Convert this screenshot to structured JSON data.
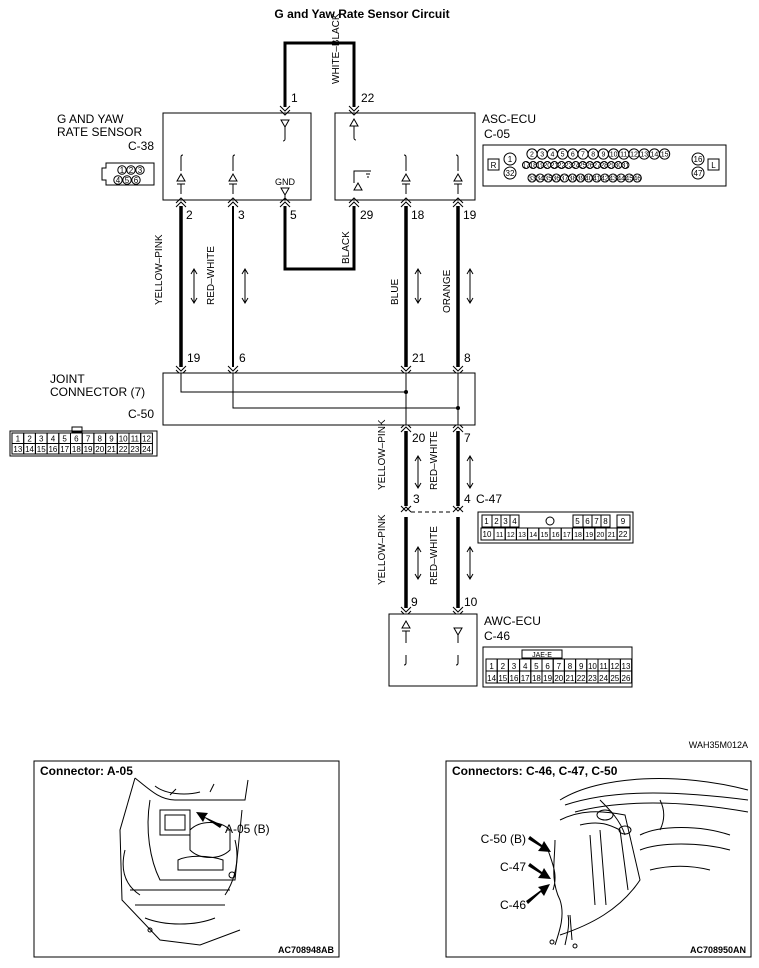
{
  "title": "G and Yaw Rate Sensor Circuit",
  "code": "WAH35M012A",
  "sensor": {
    "name_line1": "G AND YAW",
    "name_line2": "RATE SENSOR",
    "connector": "C-38",
    "pins": [
      "1",
      "2",
      "3",
      "5"
    ],
    "gnd": "GND",
    "face_pins": [
      "1",
      "2",
      "3",
      "4",
      "5",
      "6"
    ]
  },
  "ecu": {
    "name": "ASC-ECU",
    "connector": "C-05",
    "pins": [
      "22",
      "29",
      "18",
      "19"
    ],
    "face_left": [
      "1",
      "32"
    ],
    "face_right": [
      "16",
      "47"
    ],
    "face_r": "R",
    "face_l": "L"
  },
  "wires": {
    "white_black": "WHITE–BLACK",
    "black": "BLACK",
    "yellow_pink": "YELLOW–PINK",
    "red_white": "RED–WHITE",
    "blue": "BLUE",
    "orange": "ORANGE"
  },
  "joint": {
    "name_line1": "JOINT",
    "name_line2": "CONNECTOR (7)",
    "connector": "C-50",
    "top_pins": [
      "19",
      "6",
      "21",
      "8"
    ],
    "bottom_pins": [
      "20",
      "7"
    ]
  },
  "c47": {
    "connector": "C-47",
    "pins": [
      "3",
      "4"
    ]
  },
  "awc": {
    "name": "AWC-ECU",
    "connector": "C-46",
    "pins": [
      "9",
      "10"
    ],
    "face_label": "JAE-E"
  },
  "panel_left": {
    "title": "Connector: A-05",
    "callout": "A-05 (B)",
    "code": "AC708948AB"
  },
  "panel_right": {
    "title": "Connectors: C-46, C-47, C-50",
    "callouts": [
      "C-50 (B)",
      "C-47",
      "C-46"
    ],
    "code": "AC708950AN"
  }
}
